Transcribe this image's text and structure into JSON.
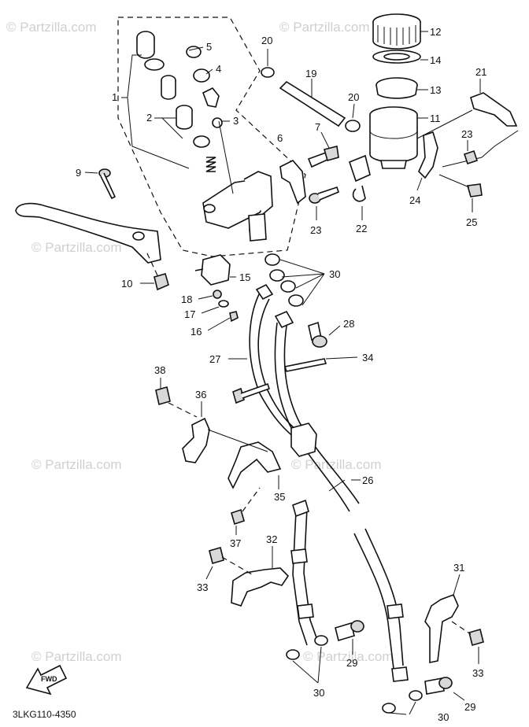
{
  "watermark": "© Partzilla.com",
  "diagram_code": "3LKG110-4350",
  "forward_label": "FWD",
  "callouts": [
    {
      "id": "c1",
      "label": "1"
    },
    {
      "id": "c2",
      "label": "2"
    },
    {
      "id": "c3",
      "label": "3"
    },
    {
      "id": "c4",
      "label": "4"
    },
    {
      "id": "c5",
      "label": "5"
    },
    {
      "id": "c6",
      "label": "6"
    },
    {
      "id": "c7",
      "label": "7"
    },
    {
      "id": "c9",
      "label": "9"
    },
    {
      "id": "c10",
      "label": "10"
    },
    {
      "id": "c11",
      "label": "11"
    },
    {
      "id": "c12",
      "label": "12"
    },
    {
      "id": "c13",
      "label": "13"
    },
    {
      "id": "c14",
      "label": "14"
    },
    {
      "id": "c15",
      "label": "15"
    },
    {
      "id": "c16",
      "label": "16"
    },
    {
      "id": "c17",
      "label": "17"
    },
    {
      "id": "c18",
      "label": "18"
    },
    {
      "id": "c19",
      "label": "19"
    },
    {
      "id": "c20a",
      "label": "20"
    },
    {
      "id": "c20b",
      "label": "20"
    },
    {
      "id": "c21",
      "label": "21"
    },
    {
      "id": "c22",
      "label": "22"
    },
    {
      "id": "c23a",
      "label": "23"
    },
    {
      "id": "c23b",
      "label": "23"
    },
    {
      "id": "c24",
      "label": "24"
    },
    {
      "id": "c25",
      "label": "25"
    },
    {
      "id": "c26",
      "label": "26"
    },
    {
      "id": "c27",
      "label": "27"
    },
    {
      "id": "c28",
      "label": "28"
    },
    {
      "id": "c29a",
      "label": "29"
    },
    {
      "id": "c29b",
      "label": "29"
    },
    {
      "id": "c30a",
      "label": "30"
    },
    {
      "id": "c30b",
      "label": "30"
    },
    {
      "id": "c30c",
      "label": "30"
    },
    {
      "id": "c31",
      "label": "31"
    },
    {
      "id": "c32",
      "label": "32"
    },
    {
      "id": "c33a",
      "label": "33"
    },
    {
      "id": "c33b",
      "label": "33"
    },
    {
      "id": "c34",
      "label": "34"
    },
    {
      "id": "c35",
      "label": "35"
    },
    {
      "id": "c36",
      "label": "36"
    },
    {
      "id": "c37",
      "label": "37"
    },
    {
      "id": "c38",
      "label": "38"
    }
  ]
}
